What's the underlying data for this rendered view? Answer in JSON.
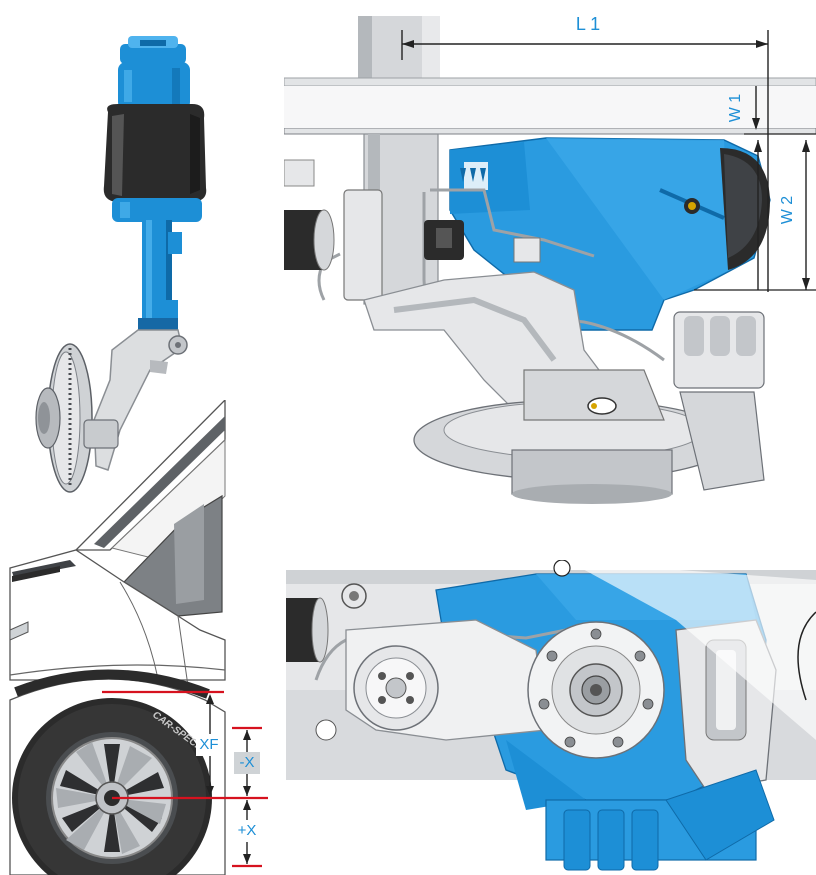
{
  "dimensions": {
    "L1": "L 1",
    "W1": "W 1",
    "W2": "W 2",
    "XF": "XF",
    "minus_X": "-X",
    "plus_X": "+X"
  },
  "tire_text": "CAR-SPECIAL",
  "colors": {
    "accent_blue": "#1d8fd6",
    "mount_blue": "#2a9be0",
    "red_marker": "#d6121f",
    "label_bg": "#cfd3d6",
    "bellows_dark": "#2b2b2b",
    "metal_light": "#e6e7e9",
    "metal_mid": "#c3c6ca"
  }
}
